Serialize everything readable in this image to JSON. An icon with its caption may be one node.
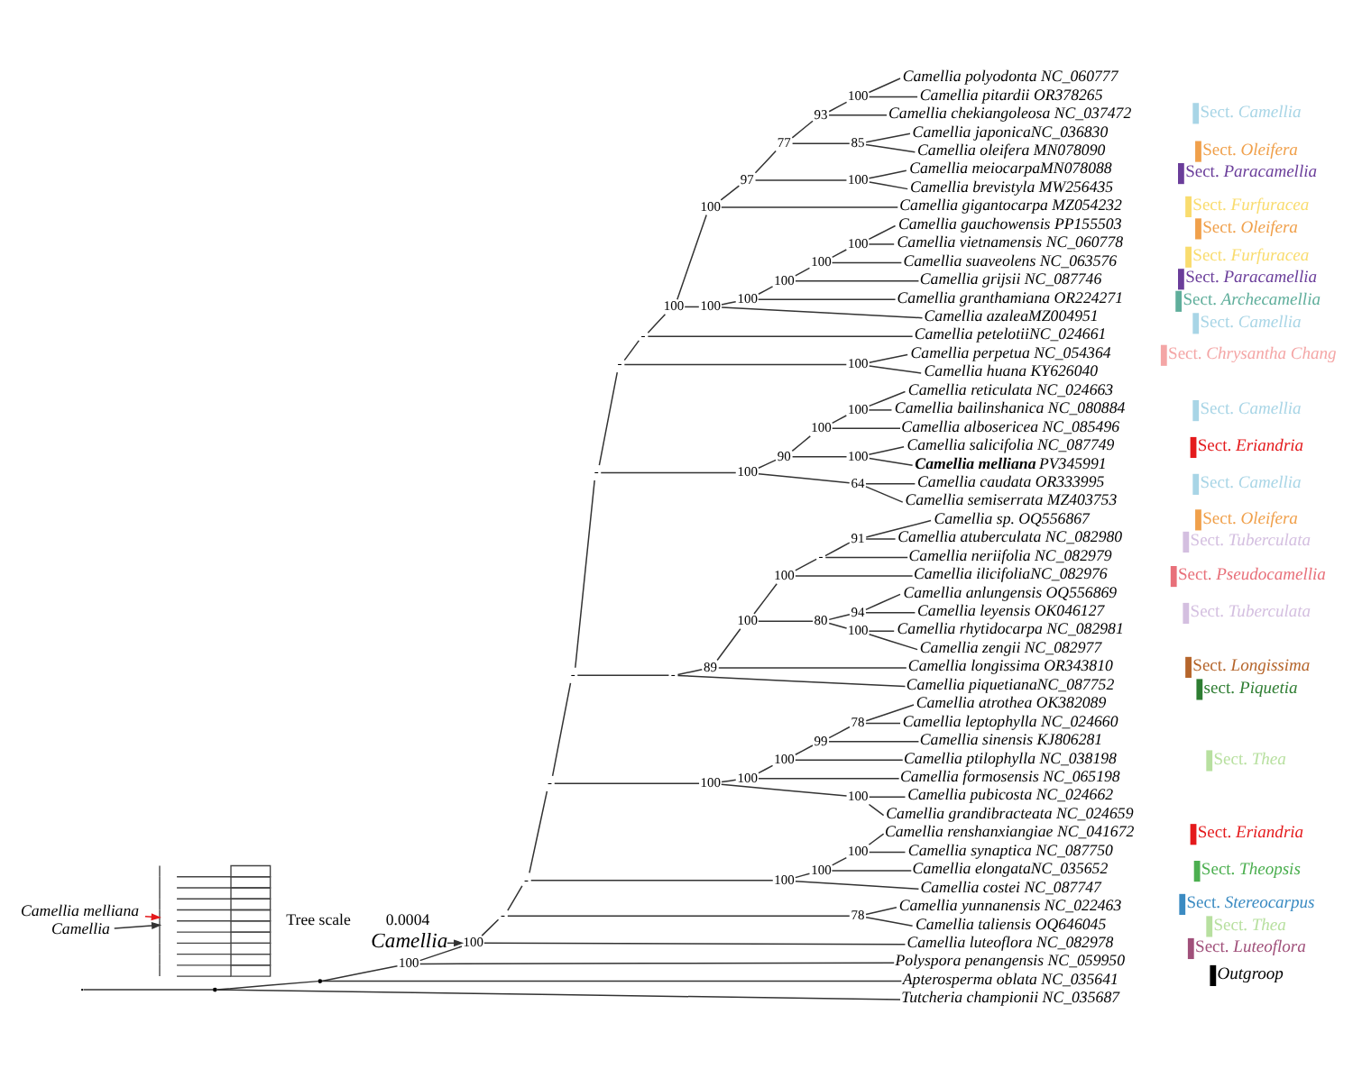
{
  "diagram": {
    "nodes": [
      {
        "text": [
          "Camellia polyodonta NC_060777"
        ]
      },
      {
        "text": [
          "Camellia pitardii OR378265"
        ]
      },
      {
        "text": [
          "Camellia chekiangoleosa NC_037472"
        ]
      },
      {
        "text": [
          "Camellia japonicaNC_036830"
        ]
      },
      {
        "text": [
          "Camellia oleifera MN078090"
        ]
      },
      {
        "text": [
          "Camellia meiocarpaMN078088"
        ]
      },
      {
        "text": [
          "Camellia brevistyla MW256435"
        ]
      },
      {
        "text": [
          "Camellia gigantocarpa MZ054232"
        ]
      },
      {
        "text": [
          "Camellia gauchowensis PP155503"
        ]
      },
      {
        "text": [
          "Camellia vietnamensis NC_060778"
        ]
      },
      {
        "text": [
          "Camellia suaveolens NC_063576"
        ]
      },
      {
        "text": [
          "Camellia grijsii NC_087746"
        ]
      },
      {
        "text": [
          "Camellia granthamiana OR224271"
        ]
      },
      {
        "text": [
          "Camellia azaleaMZ004951"
        ]
      },
      {
        "text": [
          "Camellia petelotiiNC_024661"
        ]
      },
      {
        "text": [
          "Camellia perpetua NC_054364"
        ]
      },
      {
        "text": [
          "Camellia huana KY626040"
        ]
      },
      {
        "text": [
          "Camellia reticulata NC_024663"
        ]
      },
      {
        "text": [
          "Camellia bailinshanica NC_080884"
        ]
      },
      {
        "text": [
          "Camellia albosericea NC_085496"
        ]
      },
      {
        "text": [
          "Camellia salicifolia NC_087749"
        ]
      },
      {
        "text": [
          "**Camellia melliana** PV345991"
        ]
      },
      {
        "text": [
          "Camellia caudata OR333995"
        ]
      },
      {
        "text": [
          "Camellia semiserrata MZ403753"
        ]
      },
      {
        "text": [
          "Camellia sp. OQ556867"
        ]
      },
      {
        "text": [
          "Camellia atuberculata NC_082980"
        ]
      },
      {
        "text": [
          "Camellia neriifolia NC_082979"
        ]
      },
      {
        "text": [
          "Camellia ilicifoliaNC_082976"
        ]
      },
      {
        "text": [
          "Camellia anlungensis OQ556869"
        ]
      },
      {
        "text": [
          "Camellia leyensis OK046127"
        ]
      },
      {
        "text": [
          "Camellia rhytidocarpa NC_082981"
        ]
      },
      {
        "text": [
          "Camellia zengii NC_082977"
        ]
      },
      {
        "text": [
          "Camellia longissima OR343810"
        ]
      },
      {
        "text": [
          "Camellia piquetianaNC_087752"
        ]
      },
      {
        "text": [
          "Camellia atrothea OK382089"
        ]
      },
      {
        "text": [
          "Camellia leptophylla NC_024660"
        ]
      },
      {
        "text": [
          "Camellia sinensis KJ806281"
        ]
      },
      {
        "text": [
          "Camellia ptilophylla NC_038198"
        ]
      },
      {
        "text": [
          "Camellia formosensis NC_065198"
        ]
      },
      {
        "text": [
          "Camellia pubicosta NC_024662"
        ]
      },
      {
        "text": [
          "Camellia grandibracteata NC_024659"
        ]
      },
      {
        "text": [
          "Camellia renshanxiangiae NC_041672"
        ]
      },
      {
        "text": [
          "Camellia synaptica NC_087750"
        ]
      },
      {
        "text": [
          "Camellia elongataNC_035652"
        ]
      },
      {
        "text": [
          "Camellia costei NC_087747"
        ]
      },
      {
        "text": [
          "Camellia yunnanensis NC_022463"
        ]
      },
      {
        "text": [
          "Camellia taliensis OQ646045"
        ]
      },
      {
        "text": [
          "Camellia luteoflora NC_082978"
        ]
      },
      {
        "text": [
          "Polyspora penangensis NC_059950"
        ]
      },
      {
        "text": [
          "Apterosperma oblata NC_035641"
        ]
      },
      {
        "text": [
          "Tutcheria championii NC_035687"
        ]
      },
      {
        "text": [],
        "shape": "point"
      },
      {
        "text": [],
        "shape": "point"
      },
      {
        "text": [],
        "shape": "point",
        "beside": [
          "100"
        ]
      },
      {
        "text": [],
        "shape": "point",
        "beside": [
          "100"
        ]
      },
      {
        "text": [],
        "shape": "point",
        "beside": [
          "-"
        ]
      },
      {
        "text": [],
        "shape": "point",
        "beside": [
          "-"
        ]
      },
      {
        "text": [],
        "shape": "point",
        "beside": [
          "-"
        ]
      },
      {
        "text": [],
        "shape": "point",
        "beside": [
          "-"
        ]
      },
      {
        "text": [],
        "shape": "point",
        "beside": [
          "-"
        ]
      },
      {
        "text": [],
        "shape": "point",
        "beside": [
          "-"
        ]
      },
      {
        "text": [],
        "shape": "point",
        "beside": [
          "-"
        ]
      },
      {
        "text": [],
        "shape": "point",
        "beside": [
          "100"
        ]
      },
      {
        "text": [],
        "shape": "point",
        "beside": [
          "100"
        ]
      },
      {
        "text": [],
        "shape": "point",
        "beside": [
          "97"
        ]
      },
      {
        "text": [],
        "shape": "point",
        "beside": [
          "77"
        ]
      },
      {
        "text": [],
        "shape": "point",
        "beside": [
          "93"
        ]
      },
      {
        "text": [],
        "shape": "point",
        "beside": [
          "100"
        ]
      },
      {
        "text": [],
        "shape": "point",
        "beside": [
          "85"
        ]
      },
      {
        "text": [],
        "shape": "point",
        "beside": [
          "100"
        ]
      },
      {
        "text": [],
        "shape": "point",
        "beside": [
          "100"
        ]
      },
      {
        "text": [],
        "shape": "point",
        "beside": [
          "100"
        ]
      },
      {
        "text": [],
        "shape": "point",
        "beside": [
          "100"
        ]
      },
      {
        "text": [],
        "shape": "point",
        "beside": [
          "100"
        ]
      },
      {
        "text": [],
        "shape": "point",
        "beside": [
          "100"
        ]
      },
      {
        "text": [],
        "shape": "point",
        "beside": [
          "100"
        ]
      },
      {
        "text": [],
        "shape": "point",
        "beside": [
          "100"
        ]
      },
      {
        "text": [],
        "shape": "point",
        "beside": [
          "90"
        ]
      },
      {
        "text": [],
        "shape": "point",
        "beside": [
          "100"
        ]
      },
      {
        "text": [],
        "shape": "point",
        "beside": [
          "100"
        ]
      },
      {
        "text": [],
        "shape": "point",
        "beside": [
          "100"
        ]
      },
      {
        "text": [],
        "shape": "point",
        "beside": [
          "64"
        ]
      },
      {
        "text": [],
        "shape": "point",
        "beside": [
          "-"
        ]
      },
      {
        "text": [],
        "shape": "point",
        "beside": [
          "89"
        ]
      },
      {
        "text": [],
        "shape": "point",
        "beside": [
          "100"
        ]
      },
      {
        "text": [],
        "shape": "point",
        "beside": [
          "100"
        ]
      },
      {
        "text": [],
        "shape": "point",
        "beside": [
          "-"
        ]
      },
      {
        "text": [],
        "shape": "point",
        "beside": [
          "91"
        ]
      },
      {
        "text": [],
        "shape": "point",
        "beside": [
          "80"
        ]
      },
      {
        "text": [],
        "shape": "point",
        "beside": [
          "94"
        ]
      },
      {
        "text": [],
        "shape": "point",
        "beside": [
          "100"
        ]
      },
      {
        "text": [],
        "shape": "point",
        "beside": [
          "100"
        ]
      },
      {
        "text": [],
        "shape": "point",
        "beside": [
          "100"
        ]
      },
      {
        "text": [],
        "shape": "point",
        "beside": [
          "100"
        ]
      },
      {
        "text": [],
        "shape": "point",
        "beside": [
          "99"
        ]
      },
      {
        "text": [],
        "shape": "point",
        "beside": [
          "78"
        ]
      },
      {
        "text": [],
        "shape": "point",
        "beside": [
          "100"
        ]
      },
      {
        "text": [],
        "shape": "point",
        "beside": [
          "100"
        ]
      },
      {
        "text": [],
        "shape": "point",
        "beside": [
          "100"
        ]
      },
      {
        "text": [],
        "shape": "point",
        "beside": [
          "100"
        ]
      },
      {
        "text": [],
        "shape": "point",
        "beside": [
          "78"
        ]
      },
      {
        "text": [
          "Camellia"
        ]
      },
      {
        "text": [],
        "shape": "picture"
      },
      {
        "text": [
          "Camellia melliana"
        ]
      },
      {
        "text": [
          "Camellia"
        ]
      }
    ],
    "edges": [
      {
        "from": 51,
        "to": 52,
        "arrow": "none"
      },
      {
        "from": 51,
        "to": 50,
        "arrow": "none"
      },
      {
        "from": 52,
        "to": 53,
        "arrow": "none"
      },
      {
        "from": 52,
        "to": 49,
        "arrow": "none"
      },
      {
        "from": 53,
        "to": 54,
        "arrow": "none"
      },
      {
        "from": 53,
        "to": 48,
        "arrow": "none"
      },
      {
        "from": 54,
        "to": 55,
        "arrow": "none"
      },
      {
        "from": 54,
        "to": 47,
        "arrow": "none"
      },
      {
        "from": 55,
        "to": 56,
        "arrow": "none"
      },
      {
        "from": 55,
        "to": 100,
        "arrow": "none"
      },
      {
        "from": 56,
        "to": 57,
        "arrow": "none"
      },
      {
        "from": 56,
        "to": 97,
        "arrow": "none"
      },
      {
        "from": 57,
        "to": 58,
        "arrow": "none"
      },
      {
        "from": 57,
        "to": 91,
        "arrow": "none"
      },
      {
        "from": 58,
        "to": 59,
        "arrow": "none"
      },
      {
        "from": 58,
        "to": 82,
        "arrow": "none"
      },
      {
        "from": 59,
        "to": 60,
        "arrow": "none"
      },
      {
        "from": 59,
        "to": 76,
        "arrow": "none"
      },
      {
        "from": 60,
        "to": 61,
        "arrow": "none"
      },
      {
        "from": 60,
        "to": 75,
        "arrow": "none"
      },
      {
        "from": 61,
        "to": 62,
        "arrow": "none"
      },
      {
        "from": 61,
        "to": 14,
        "arrow": "none"
      },
      {
        "from": 62,
        "to": 63,
        "arrow": "none"
      },
      {
        "from": 62,
        "to": 70,
        "arrow": "none"
      },
      {
        "from": 63,
        "to": 64,
        "arrow": "none"
      },
      {
        "from": 63,
        "to": 7,
        "arrow": "none"
      },
      {
        "from": 64,
        "to": 65,
        "arrow": "none"
      },
      {
        "from": 64,
        "to": 69,
        "arrow": "none"
      },
      {
        "from": 65,
        "to": 66,
        "arrow": "none"
      },
      {
        "from": 65,
        "to": 68,
        "arrow": "none"
      },
      {
        "from": 66,
        "to": 67,
        "arrow": "none"
      },
      {
        "from": 66,
        "to": 2,
        "arrow": "none"
      },
      {
        "from": 67,
        "to": 0,
        "arrow": "none"
      },
      {
        "from": 67,
        "to": 1,
        "arrow": "none"
      },
      {
        "from": 68,
        "to": 3,
        "arrow": "none"
      },
      {
        "from": 68,
        "to": 4,
        "arrow": "none"
      },
      {
        "from": 69,
        "to": 5,
        "arrow": "none"
      },
      {
        "from": 69,
        "to": 6,
        "arrow": "none"
      },
      {
        "from": 70,
        "to": 71,
        "arrow": "none"
      },
      {
        "from": 70,
        "to": 13,
        "arrow": "none"
      },
      {
        "from": 71,
        "to": 72,
        "arrow": "none"
      },
      {
        "from": 71,
        "to": 12,
        "arrow": "none"
      },
      {
        "from": 72,
        "to": 73,
        "arrow": "none"
      },
      {
        "from": 72,
        "to": 11,
        "arrow": "none"
      },
      {
        "from": 73,
        "to": 74,
        "arrow": "none"
      },
      {
        "from": 73,
        "to": 10,
        "arrow": "none"
      },
      {
        "from": 74,
        "to": 8,
        "arrow": "none"
      },
      {
        "from": 74,
        "to": 9,
        "arrow": "none"
      },
      {
        "from": 75,
        "to": 15,
        "arrow": "none"
      },
      {
        "from": 75,
        "to": 16,
        "arrow": "none"
      },
      {
        "from": 76,
        "to": 77,
        "arrow": "none"
      },
      {
        "from": 76,
        "to": 81,
        "arrow": "none"
      },
      {
        "from": 77,
        "to": 78,
        "arrow": "none"
      },
      {
        "from": 77,
        "to": 80,
        "arrow": "none"
      },
      {
        "from": 78,
        "to": 79,
        "arrow": "none"
      },
      {
        "from": 78,
        "to": 19,
        "arrow": "none"
      },
      {
        "from": 79,
        "to": 17,
        "arrow": "none"
      },
      {
        "from": 79,
        "to": 18,
        "arrow": "none"
      },
      {
        "from": 80,
        "to": 20,
        "arrow": "none"
      },
      {
        "from": 80,
        "to": 21,
        "arrow": "none"
      },
      {
        "from": 81,
        "to": 22,
        "arrow": "none"
      },
      {
        "from": 81,
        "to": 23,
        "arrow": "none"
      },
      {
        "from": 82,
        "to": 83,
        "arrow": "none"
      },
      {
        "from": 82,
        "to": 33,
        "arrow": "none"
      },
      {
        "from": 83,
        "to": 84,
        "arrow": "none"
      },
      {
        "from": 83,
        "to": 32,
        "arrow": "none"
      },
      {
        "from": 84,
        "to": 85,
        "arrow": "none"
      },
      {
        "from": 84,
        "to": 88,
        "arrow": "none"
      },
      {
        "from": 85,
        "to": 86,
        "arrow": "none"
      },
      {
        "from": 85,
        "to": 27,
        "arrow": "none"
      },
      {
        "from": 86,
        "to": 87,
        "arrow": "none"
      },
      {
        "from": 86,
        "to": 26,
        "arrow": "none"
      },
      {
        "from": 87,
        "to": 24,
        "arrow": "none"
      },
      {
        "from": 87,
        "to": 25,
        "arrow": "none"
      },
      {
        "from": 88,
        "to": 89,
        "arrow": "none"
      },
      {
        "from": 88,
        "to": 90,
        "arrow": "none"
      },
      {
        "from": 89,
        "to": 28,
        "arrow": "none"
      },
      {
        "from": 89,
        "to": 29,
        "arrow": "none"
      },
      {
        "from": 90,
        "to": 30,
        "arrow": "none"
      },
      {
        "from": 90,
        "to": 31,
        "arrow": "none"
      },
      {
        "from": 91,
        "to": 92,
        "arrow": "none"
      },
      {
        "from": 91,
        "to": 96,
        "arrow": "none"
      },
      {
        "from": 92,
        "to": 93,
        "arrow": "none"
      },
      {
        "from": 92,
        "to": 38,
        "arrow": "none"
      },
      {
        "from": 93,
        "to": 94,
        "arrow": "none"
      },
      {
        "from": 93,
        "to": 37,
        "arrow": "none"
      },
      {
        "from": 94,
        "to": 95,
        "arrow": "none"
      },
      {
        "from": 94,
        "to": 36,
        "arrow": "none"
      },
      {
        "from": 95,
        "to": 34,
        "arrow": "none"
      },
      {
        "from": 95,
        "to": 35,
        "arrow": "none"
      },
      {
        "from": 96,
        "to": 39,
        "arrow": "none"
      },
      {
        "from": 96,
        "to": 40,
        "arrow": "none"
      },
      {
        "from": 97,
        "to": 98,
        "arrow": "none"
      },
      {
        "from": 97,
        "to": 44,
        "arrow": "none"
      },
      {
        "from": 98,
        "to": 99,
        "arrow": "none"
      },
      {
        "from": 98,
        "to": 43,
        "arrow": "none"
      },
      {
        "from": 99,
        "to": 41,
        "arrow": "none"
      },
      {
        "from": 99,
        "to": 42,
        "arrow": "none"
      },
      {
        "from": 100,
        "to": 45,
        "arrow": "none"
      },
      {
        "from": 100,
        "to": 46,
        "arrow": "none"
      },
      {
        "from": null,
        "to": 51,
        "arrow": "none"
      },
      {
        "from": 101,
        "to": 54,
        "arrow": "to"
      },
      {
        "from": 103,
        "to": 102,
        "arrow": "to",
        "color": "#e41a1c"
      },
      {
        "from": 104,
        "to": 102,
        "arrow": "to"
      }
    ],
    "labels": [
      "Tree scale",
      "0.0004"
    ],
    "legend": [
      {
        "text": "Sect. *Camellia*",
        "color": "#a8d5e6"
      },
      {
        "text": "Sect. *Oleifera*",
        "color": "#f0a04b"
      },
      {
        "text": "Sect. *Paracamellia*",
        "color": "#6a3d9a"
      },
      {
        "text": "Sect. *Furfuracea*",
        "color": "#f9dc6e"
      },
      {
        "text": "Sect. *Oleifera*",
        "color": "#f0a04b"
      },
      {
        "text": "Sect. *Furfuracea*",
        "color": "#f9dc6e"
      },
      {
        "text": "Sect. *Paracamellia*",
        "color": "#6a3d9a"
      },
      {
        "text": "Sect. *Archecamellia*",
        "color": "#5fae9b"
      },
      {
        "text": "Sect. *Camellia*",
        "color": "#a8d5e6"
      },
      {
        "text": "Sect. *Chrysantha Chang*",
        "color": "#f4a6a6"
      },
      {
        "text": "Sect. *Camellia*",
        "color": "#a8d5e6"
      },
      {
        "text": "Sect. *Eriandria*",
        "color": "#e41a1c"
      },
      {
        "text": "Sect. *Camellia*",
        "color": "#a8d5e6"
      },
      {
        "text": "Sect. *Oleifera*",
        "color": "#f0a04b"
      },
      {
        "text": "Sect. *Tuberculata*",
        "color": "#d4bfe0"
      },
      {
        "text": "Sect. *Pseudocamellia*",
        "color": "#e8707a"
      },
      {
        "text": "Sect. *Tuberculata*",
        "color": "#d4bfe0"
      },
      {
        "text": "Sect. *Longissima*",
        "color": "#b5652b"
      },
      {
        "text": "sect. *Piquetia*",
        "color": "#2e7d32"
      },
      {
        "text": "Sect. *Thea*",
        "color": "#b8e0a0"
      },
      {
        "text": "Sect. *Eriandria*",
        "color": "#e41a1c"
      },
      {
        "text": "Sect. *Theopsis*",
        "color": "#4caf50"
      },
      {
        "text": "Sect. *Stereocarpus*",
        "color": "#3b8bc2"
      },
      {
        "text": "Sect. *Thea*",
        "color": "#b8e0a0"
      },
      {
        "text": "Sect. *Luteoflora*",
        "color": "#a0507a"
      },
      {
        "text": "*Outgroop*",
        "color": "#000000"
      }
    ]
  }
}
